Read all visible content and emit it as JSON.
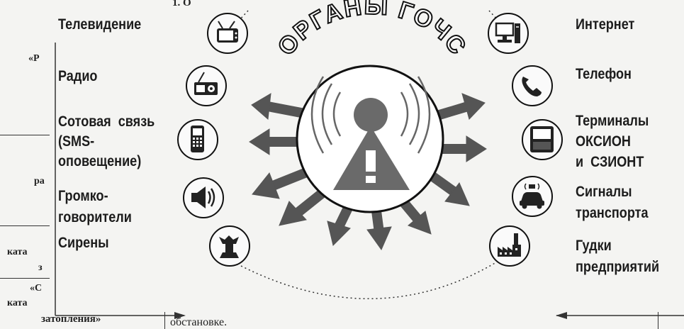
{
  "title": "ОРГАНЫ ГОЧС",
  "channels_left": [
    {
      "label": "Телевидение",
      "icon": "tv-icon"
    },
    {
      "label": "Радио",
      "icon": "radio-icon"
    },
    {
      "label": "Сотовая  связь\n(SMS-\nоповещение)",
      "icon": "mobile-phone-icon"
    },
    {
      "label": "Громко-\nговорители",
      "icon": "loudspeaker-icon"
    },
    {
      "label": "Сирены",
      "icon": "siren-icon"
    }
  ],
  "channels_right": [
    {
      "label": "Интернет",
      "icon": "computer-icon"
    },
    {
      "label": "Телефон",
      "icon": "telephone-icon"
    },
    {
      "label": "Терминалы\nОКСИОН\nи  СЗИОНТ",
      "icon": "terminal-icon"
    },
    {
      "label": "Сигналы\nтранспорта",
      "icon": "car-signal-icon"
    },
    {
      "label": "Гудки\nпредприятий",
      "icon": "factory-icon"
    }
  ],
  "background_fragments": {
    "top_numbering": "1. О",
    "left_quote": "«Р",
    "left_ra": "ра",
    "left_kata1": "ката",
    "left_z": "з",
    "left_quote2": "«С",
    "left_kata2": "ката",
    "bottom_flood": "затопления»",
    "bottom_situation": "обстановке."
  }
}
